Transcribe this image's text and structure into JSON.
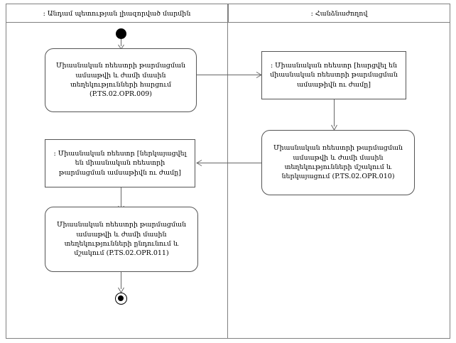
{
  "diagram": {
    "title_bar_present": false,
    "lanes": [
      {
        "id": "left",
        "label": ": Անդամ պետության լիազորված մարմին"
      },
      {
        "id": "right",
        "label": ": Հանձնաժողով"
      }
    ],
    "nodes": {
      "left_activity_1": "Միասնական ռեեստրի թարմացման ամսաթվի և ժամի մասին տեղեկությունների հարցում (P.TS.02.OPR.009)",
      "right_object_1": ": Միասնական ռեեստր [հարցվել են միասնական ռեեստրի թարմացման ամսաթիվն ու ժամը]",
      "right_activity_1": "Միասնական ռեեստրի թարմացման ամսաթվի և ժամի մասին տեղեկությունների մշակում և ներկայացում (P.TS.02.OPR.010)",
      "left_object_1": ": Միասնական ռեեստր [ներկայացվել են միասնական ռեեստրի թարմացման ամսաթիվն ու ժամը]",
      "left_activity_2": "Միասնական ռեեստրի թարմացման ամսաթվի և ժամի մասին տեղեկությունների ընդունում և մշակում (P.TS.02.OPR.011)",
      "initial_node": "",
      "final_node": ""
    },
    "colors": {
      "frame_stroke": "#808080",
      "node_stroke": "#555555",
      "edge_stroke": "#666666",
      "node_fill": "#ffffff",
      "terminal_fill": "#000000",
      "background": "#ffffff"
    }
  }
}
